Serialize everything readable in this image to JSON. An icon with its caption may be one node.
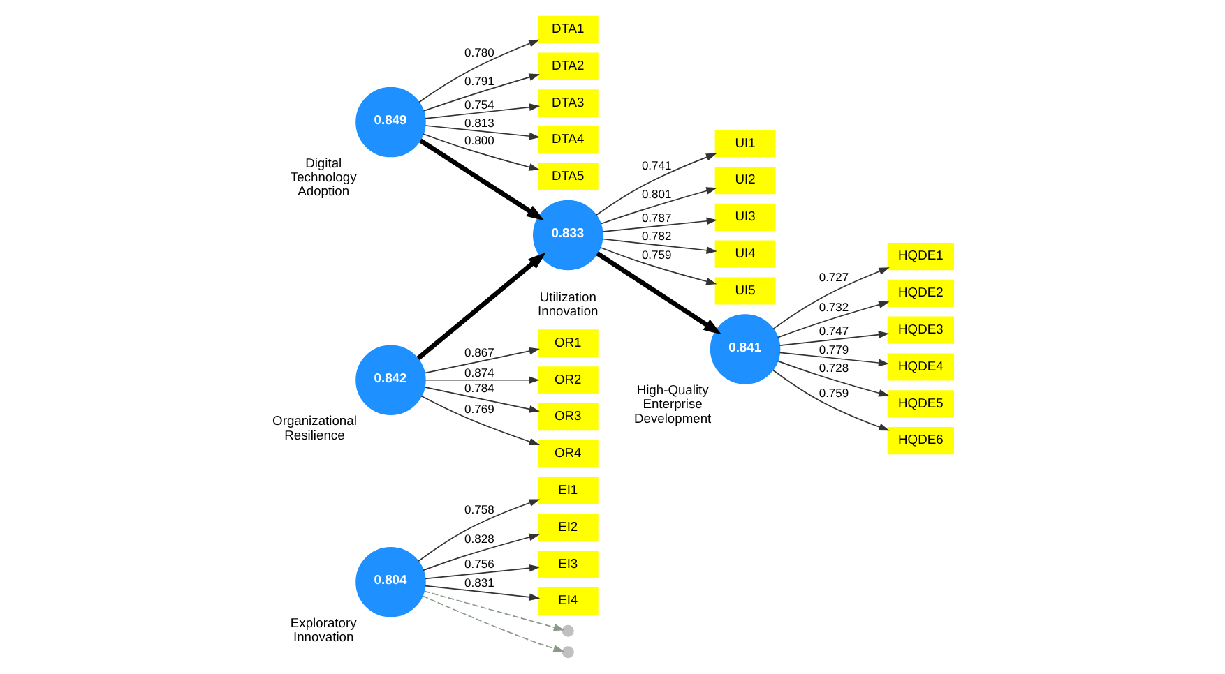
{
  "diagram": {
    "nodes": [
      {
        "text": [
          "EI1"
        ]
      },
      {
        "text": [
          "EI2"
        ]
      },
      {
        "text": [
          "EI3"
        ]
      },
      {
        "text": [
          "EI4"
        ]
      },
      {
        "text": [
          "DTA1"
        ]
      },
      {
        "text": [
          "DTA2"
        ]
      },
      {
        "text": [
          "DTA3"
        ]
      },
      {
        "text": [
          "DTA4"
        ]
      },
      {
        "text": [
          "DTA5"
        ]
      },
      {
        "text": [
          "0.804"
        ],
        "beside": [
          "Exploratory Innovation"
        ]
      },
      {
        "text": [
          "0.849"
        ],
        "beside": [
          "Digital Technology Adoption"
        ]
      },
      {
        "text": [
          "UI1"
        ]
      },
      {
        "text": [
          "UI2"
        ]
      },
      {
        "text": [
          "UI3"
        ]
      },
      {
        "text": [
          "UI4"
        ]
      },
      {
        "text": [
          "UI5"
        ]
      },
      {
        "text": [
          "HQDE1"
        ]
      },
      {
        "text": [
          "HQDE2"
        ]
      },
      {
        "text": [
          "HQDE3"
        ]
      },
      {
        "text": [
          "HQDE4"
        ]
      },
      {
        "text": [
          "HQDE5"
        ]
      },
      {
        "text": [
          "HQDE6"
        ]
      },
      {
        "text": [],
        "shape": "circle"
      },
      {
        "text": [
          "0.833"
        ],
        "beside": [
          "Utilization Innovation"
        ]
      },
      {
        "text": [
          "0.841"
        ],
        "beside": [
          "High-Quality Enterprise Development"
        ]
      },
      {
        "text": [],
        "shape": "circle"
      },
      {
        "text": [
          "OR1"
        ]
      },
      {
        "text": [
          "OR2"
        ]
      },
      {
        "text": [
          "OR3"
        ]
      },
      {
        "text": [
          "OR4"
        ]
      },
      {
        "text": [
          "0.842"
        ],
        "beside": [
          "Organizational Resilience"
        ]
      }
    ],
    "edges": [
      {
        "from": 9,
        "to": 0,
        "arrow": "to",
        "label": "0.758"
      },
      {
        "from": 9,
        "to": 1,
        "arrow": "to",
        "label": "0.828"
      },
      {
        "from": 9,
        "to": 2,
        "arrow": "to",
        "label": "0.756"
      },
      {
        "from": 9,
        "to": 3,
        "arrow": "to",
        "label": "0.831"
      },
      {
        "from": 10,
        "to": 4,
        "arrow": "to",
        "label": "0.780"
      },
      {
        "from": 10,
        "to": 5,
        "arrow": "to",
        "label": "0.791"
      },
      {
        "from": 10,
        "to": 6,
        "arrow": "to",
        "label": "0.754"
      },
      {
        "from": 10,
        "to": 7,
        "arrow": "to",
        "label": "0.813"
      },
      {
        "from": 10,
        "to": 8,
        "arrow": "to",
        "label": "0.800"
      },
      {
        "from": 23,
        "to": 11,
        "arrow": "to",
        "label": "0.741"
      },
      {
        "from": 23,
        "to": 12,
        "arrow": "to",
        "label": "0.801"
      },
      {
        "from": 23,
        "to": 13,
        "arrow": "to",
        "label": "0.787"
      },
      {
        "from": 23,
        "to": 14,
        "arrow": "to",
        "label": "0.782"
      },
      {
        "from": 23,
        "to": 15,
        "arrow": "to",
        "label": "0.759"
      },
      {
        "from": 24,
        "to": 16,
        "arrow": "to",
        "label": "0.727"
      },
      {
        "from": 24,
        "to": 17,
        "arrow": "to",
        "label": "0.732"
      },
      {
        "from": 24,
        "to": 18,
        "arrow": "to",
        "label": "0.747"
      },
      {
        "from": 24,
        "to": 19,
        "arrow": "to",
        "label": "0.779"
      },
      {
        "from": 24,
        "to": 20,
        "arrow": "to",
        "label": "0.728"
      },
      {
        "from": 24,
        "to": 21,
        "arrow": "to",
        "label": "0.759"
      },
      {
        "from": 30,
        "to": 26,
        "arrow": "to",
        "label": "0.867"
      },
      {
        "from": 30,
        "to": 27,
        "arrow": "to",
        "label": "0.874"
      },
      {
        "from": 30,
        "to": 28,
        "arrow": "to",
        "label": "0.784"
      },
      {
        "from": 30,
        "to": 29,
        "arrow": "to",
        "label": "0.769"
      },
      {
        "from": 10,
        "to": 23,
        "arrow": "to",
        "style": "thick"
      },
      {
        "from": 30,
        "to": 23,
        "arrow": "to",
        "style": "thick"
      },
      {
        "from": 23,
        "to": 24,
        "arrow": "to",
        "style": "thick"
      },
      {
        "from": 9,
        "to": 22,
        "arrow": "to",
        "style": "dashed",
        "color": "#8a9a8a"
      },
      {
        "from": 9,
        "to": 25,
        "arrow": "to",
        "style": "dashed",
        "color": "#8a9a8a"
      }
    ]
  }
}
